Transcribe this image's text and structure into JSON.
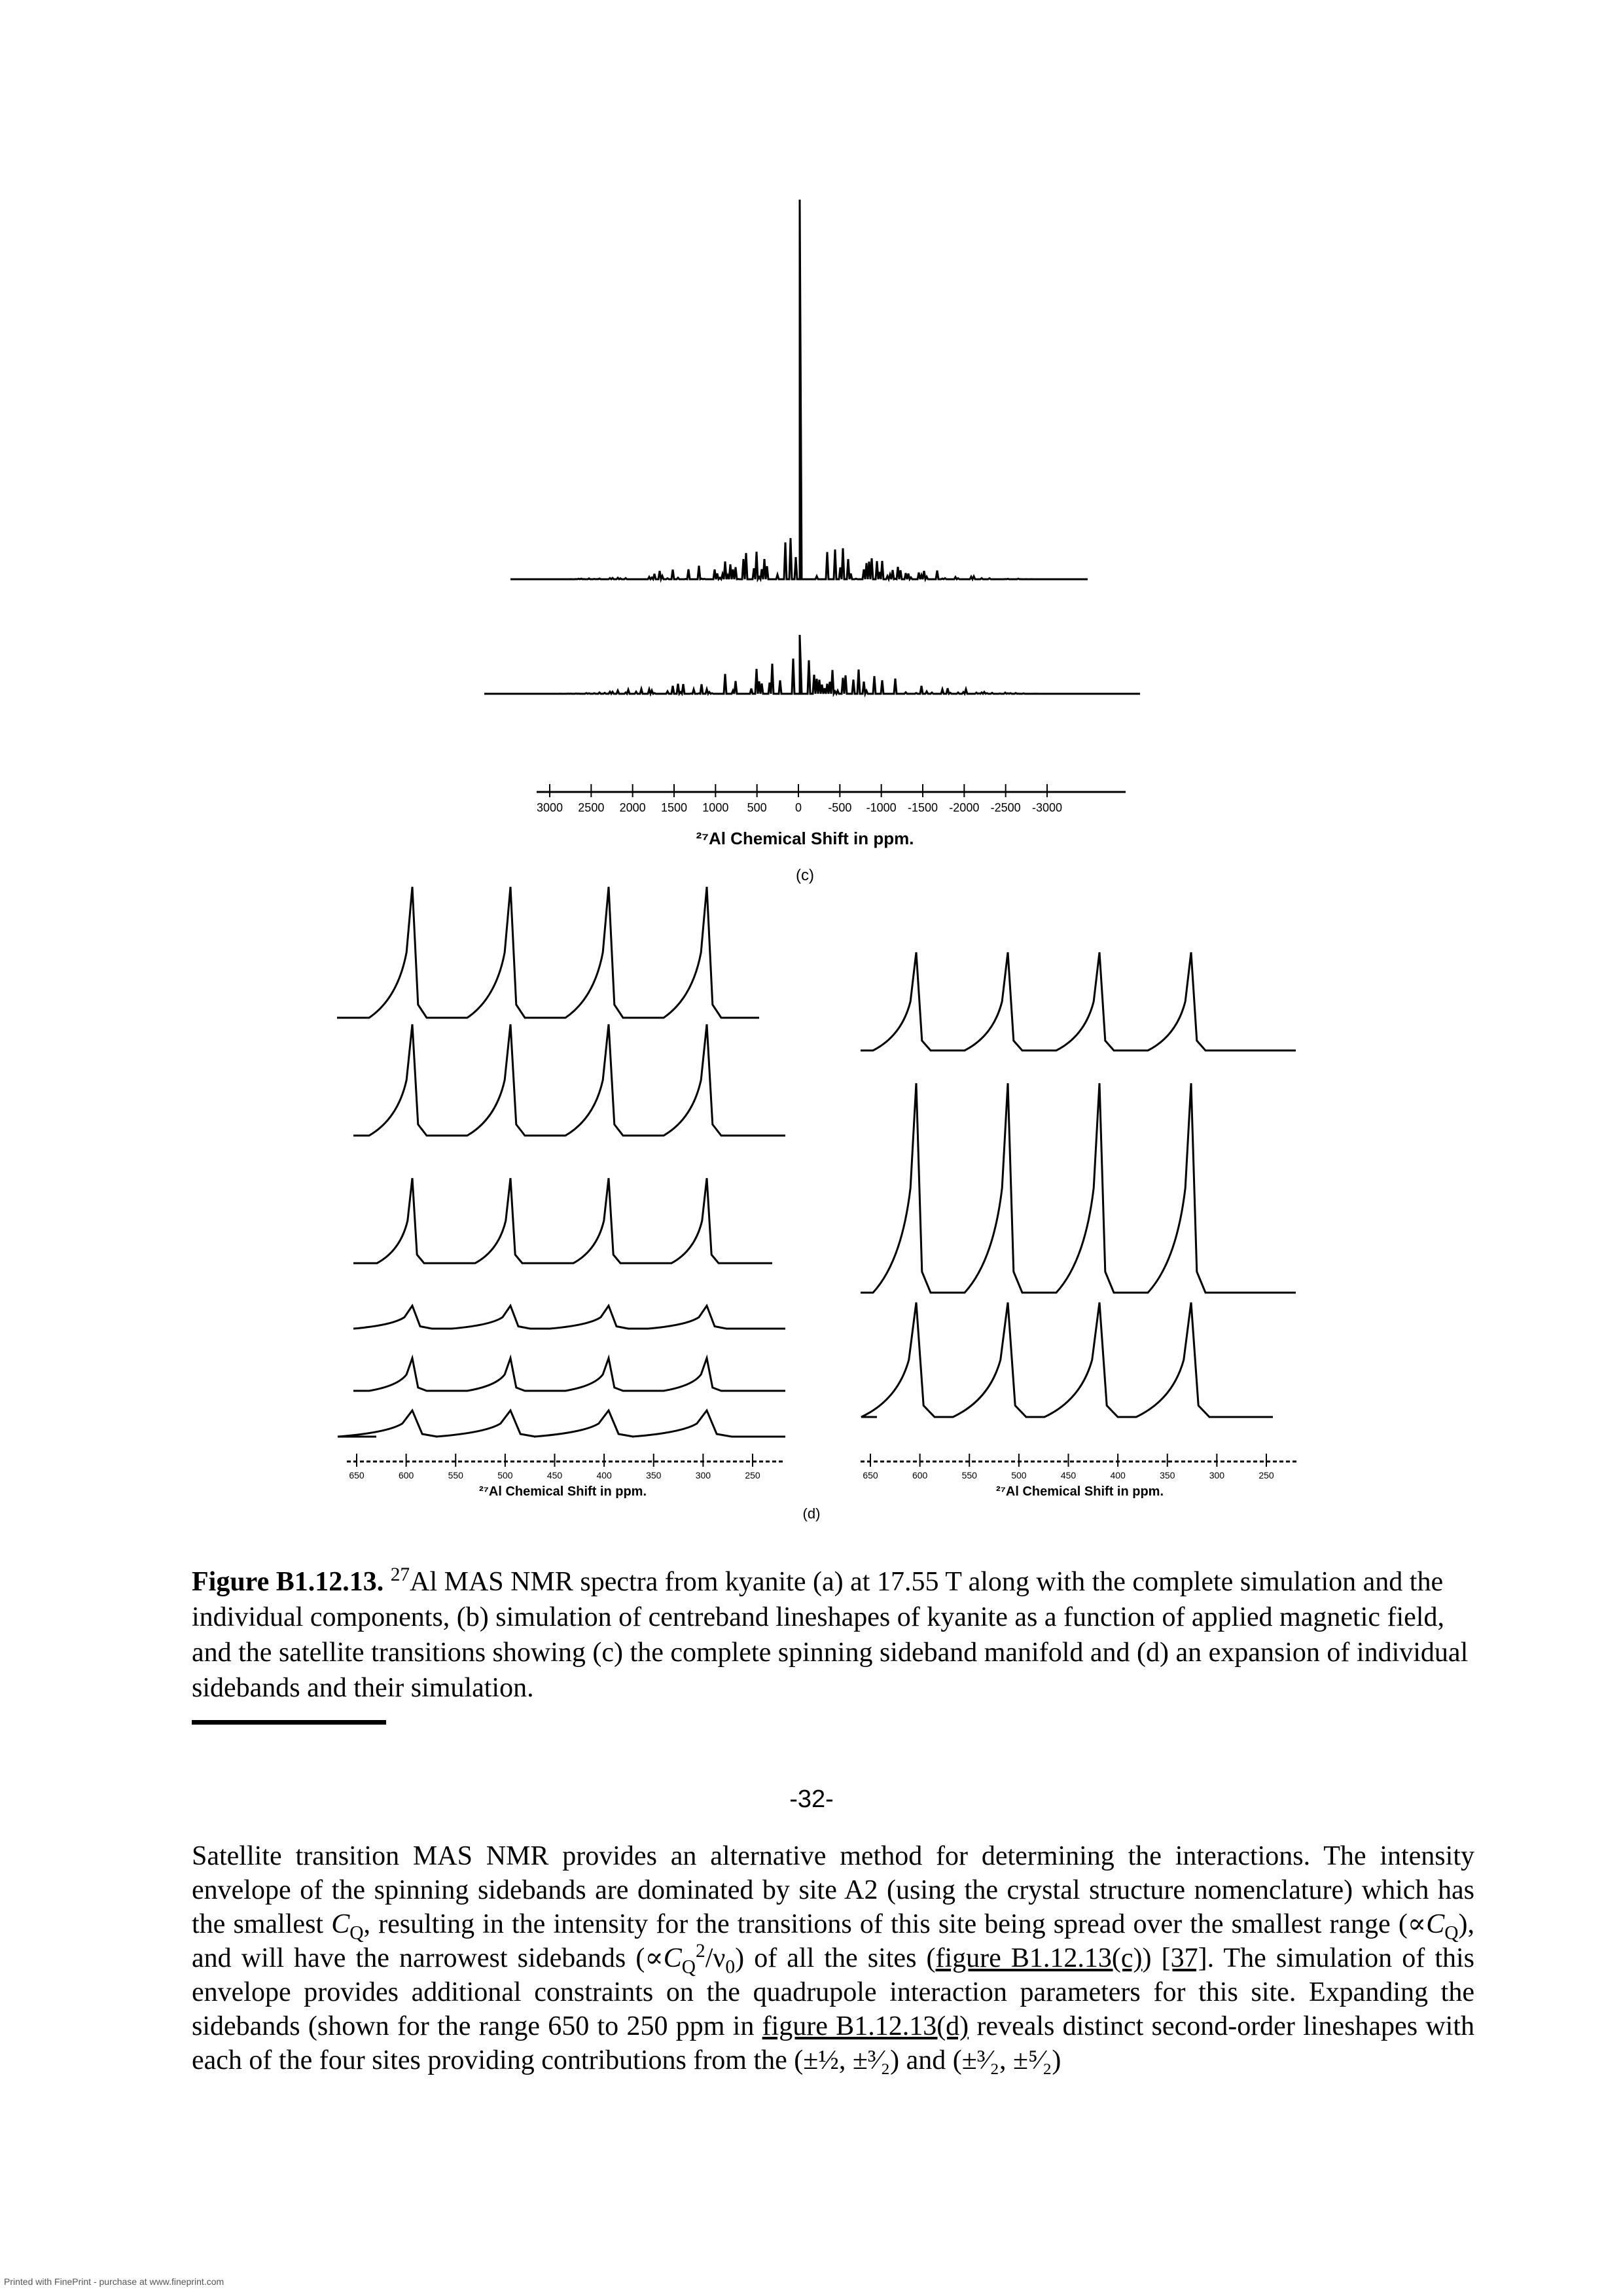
{
  "figure": {
    "panel_c": {
      "tick_labels": [
        "3000",
        "2500",
        "2000",
        "1500",
        "1000",
        "500",
        "0",
        "-500",
        "-1000",
        "-1500",
        "-2000",
        "-2500",
        "-3000"
      ],
      "axis_label": "²⁷Al Chemical Shift in ppm.",
      "tag": "(c)"
    },
    "panel_b": {
      "tick_labels": [
        "650",
        "600",
        "550",
        "500",
        "450",
        "400",
        "350",
        "300",
        "250"
      ],
      "axis_label": "²⁷Al Chemical Shift in ppm."
    },
    "panel_d": {
      "tick_labels": [
        "650",
        "600",
        "550",
        "500",
        "450",
        "400",
        "350",
        "300",
        "250"
      ],
      "axis_label": "²⁷Al Chemical Shift in ppm."
    },
    "tag_bd": "(d)"
  },
  "caption": {
    "label": "Figure B1.12.13.",
    "iso_mass": "27",
    "text_1": "Al MAS NMR spectra from kyanite (a) at 17.55 T along with the complete simulation and the individual components, (b) simulation of centreband lineshapes of kyanite as a function of applied magnetic field, and the satellite transitions showing (c) the complete spinning sideband manifold and (d) an expansion of individual sidebands and their simulation."
  },
  "page_number": "-32-",
  "body": {
    "s1": "Satellite transition MAS NMR provides an alternative method for determining the interactions. The intensity envelope of the spinning sidebands are dominated by site A2 (using the crystal structure nomenclature) which has the smallest ",
    "cq": "C",
    "q": "Q",
    "s2": ", resulting in the intensity for the transitions of this site being spread over the smallest range (∝",
    "s3": "), and will have the narrowest sidebands (∝",
    "sq": "2",
    "nu": "/ν",
    "zero": "0",
    "s4": ") of all the sites (",
    "link1": "figure B1.12.13(c)",
    "s5": ") ",
    "ref": "[37]",
    "s6": ". The simulation of this envelope provides additional constraints on the quadrupole interaction parameters for this site. Expanding the sidebands (shown for the range 650 to 250 ppm in ",
    "link2": "figure B1.12.13(d)",
    "s7": " reveals distinct second-order lineshapes with each of the four sites providing contributions from the (±",
    "f1": "½, ±",
    "f2": "³⁄₂) and (±",
    "f3": "³⁄₂, ±",
    "f4": "⁵⁄₂)"
  },
  "footer": "Printed with FinePrint - purchase at www.fineprint.com"
}
